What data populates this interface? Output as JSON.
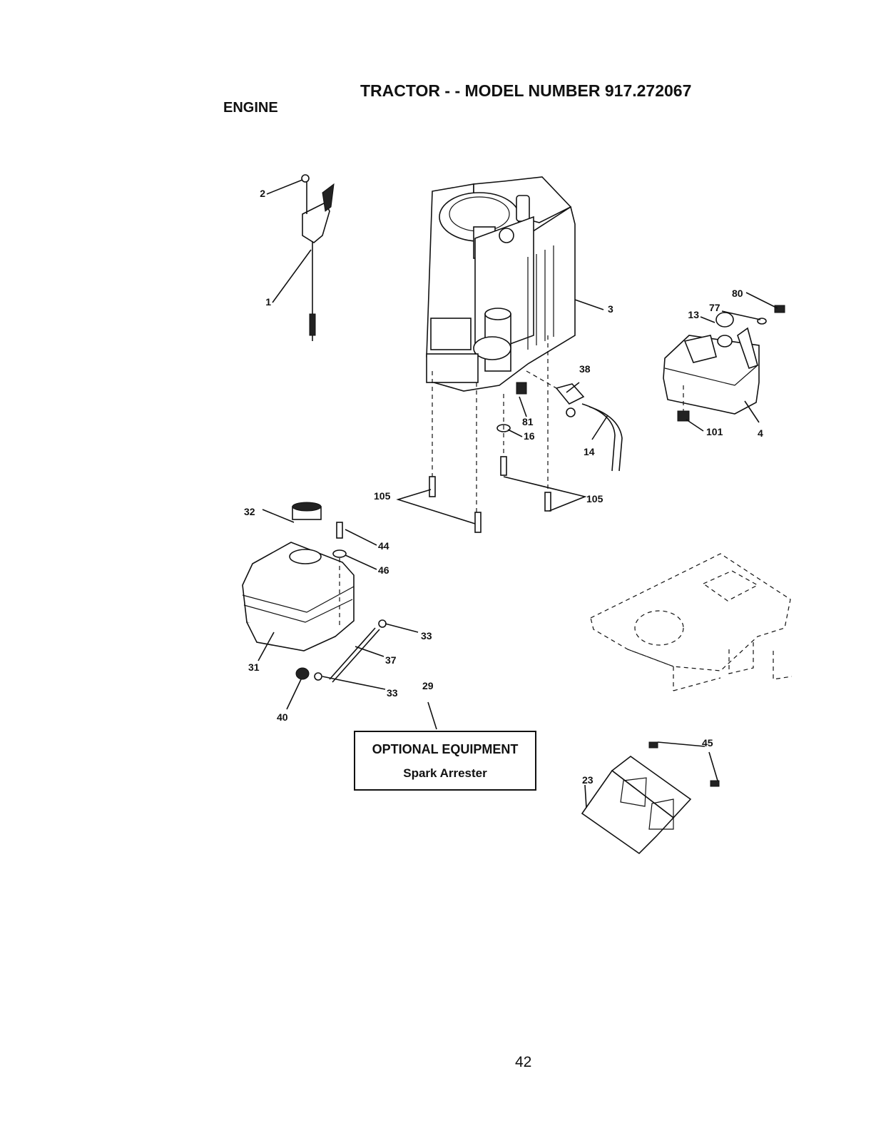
{
  "header": {
    "title": "TRACTOR - - MODEL NUMBER 917.272067",
    "section": "ENGINE"
  },
  "optional_equipment": {
    "title": "OPTIONAL EQUIPMENT",
    "item": "Spark Arrester"
  },
  "part_labels": {
    "p1": "1",
    "p2": "2",
    "p3": "3",
    "p4": "4",
    "p13": "13",
    "p14": "14",
    "p16": "16",
    "p23": "23",
    "p29": "29",
    "p31": "31",
    "p32": "32",
    "p33a": "33",
    "p33b": "33",
    "p37": "37",
    "p38": "38",
    "p40": "40",
    "p44": "44",
    "p45": "45",
    "p46": "46",
    "p77": "77",
    "p80": "80",
    "p81": "81",
    "p101": "101",
    "p105a": "105",
    "p105b": "105"
  },
  "footer": {
    "page_number": "42"
  }
}
